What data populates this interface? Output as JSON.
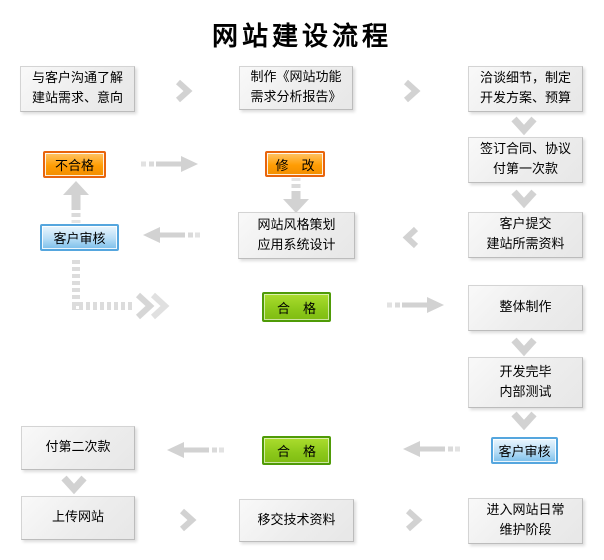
{
  "title": "网站建设流程",
  "colors": {
    "background": "#ffffff",
    "box_fill": "#ededed",
    "box_border": "#c8c8c8",
    "orange_fill": "#ff9d04",
    "orange_border": "#e8640c",
    "blue_fill": "#7cbeea",
    "blue_border": "#55a6de",
    "green_fill": "#8cc81a",
    "green_border": "#4f9b07",
    "arrow_gray": "#d2d2d2",
    "text": "#000000"
  },
  "icons": {
    "chevron_right": "❯",
    "chevron_down": "⌄",
    "chevron_left": "❮",
    "arrow_up": "↑",
    "arrow_down": "↓",
    "dashed_arrow_left": "⇠",
    "dashed_arrow_right": "⇢",
    "elbow_arrow": "↳"
  },
  "nodes": {
    "communicate": {
      "line1": "与客户沟通了解",
      "line2": "建站需求、意向"
    },
    "report": {
      "line1": "制作《网站功能",
      "line2": "需求分析报告》"
    },
    "negotiate": {
      "line1": "洽谈细节，制定",
      "line2": "开发方案、预算"
    },
    "contract": {
      "line1": "签订合同、协议",
      "line2": "付第一次款"
    },
    "materials": {
      "line1": "客户提交",
      "line2": "建站所需资料"
    },
    "unqualified": {
      "label": "不合格"
    },
    "modify": {
      "label": "修　改"
    },
    "review_left": {
      "label": "客户审核"
    },
    "style_design": {
      "line1": "网站风格策划",
      "line2": "应用系统设计"
    },
    "qualified_mid": {
      "label": "合　格"
    },
    "production": {
      "label": "整体制作"
    },
    "testing": {
      "line1": "开发完毕",
      "line2": "内部测试"
    },
    "review_right": {
      "label": "客户审核"
    },
    "qualified_bottom": {
      "label": "合　格"
    },
    "payment2": {
      "label": "付第二次款"
    },
    "upload": {
      "label": "上传网站"
    },
    "handover": {
      "label": "移交技术资料"
    },
    "maintenance": {
      "line1": "进入网站日常",
      "line2": "维护阶段"
    }
  }
}
